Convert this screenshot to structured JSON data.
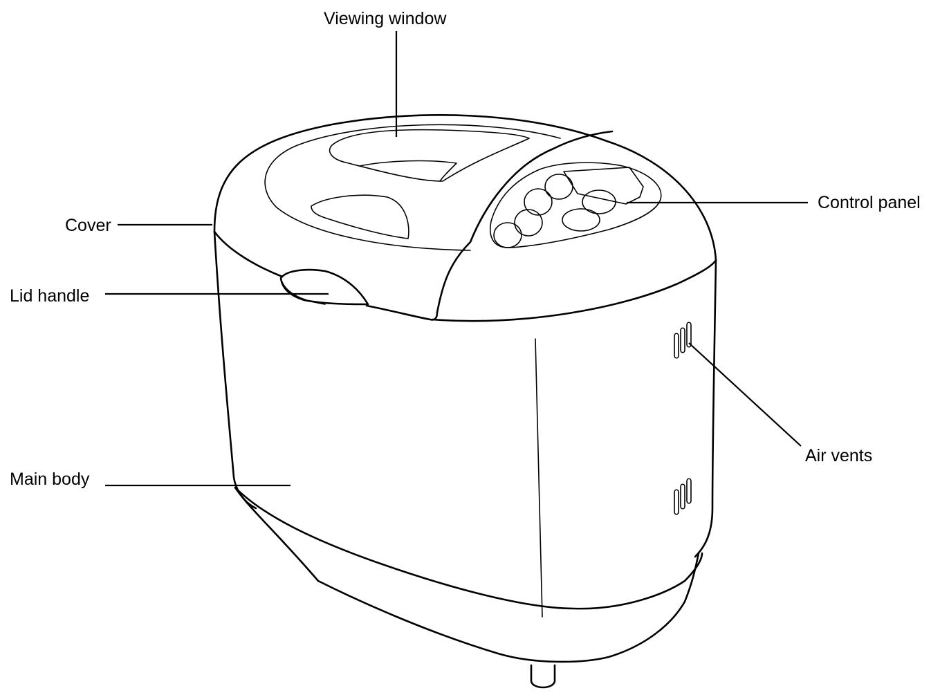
{
  "diagram": {
    "labels": {
      "viewing_window": "Viewing window",
      "control_panel": "Control panel",
      "cover": "Cover",
      "lid_handle": "Lid handle",
      "main_body": "Main body",
      "air_vents": "Air vents"
    }
  }
}
